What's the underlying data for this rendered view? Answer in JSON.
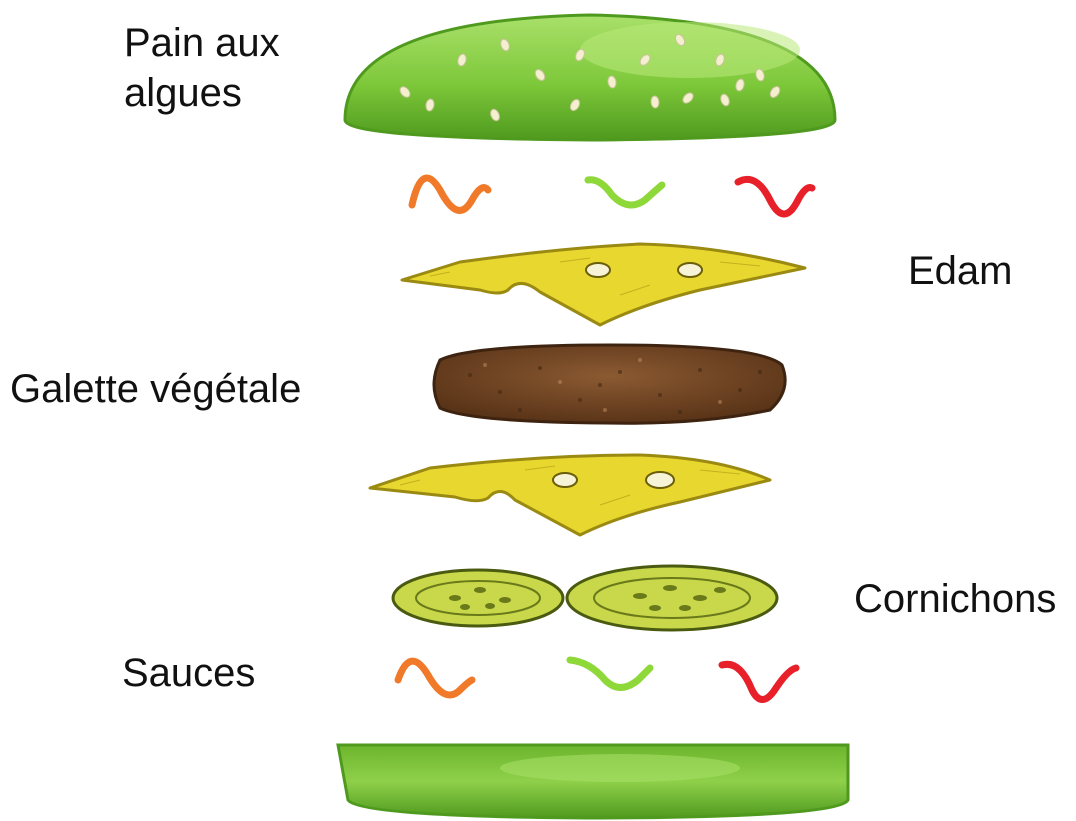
{
  "labels": {
    "bun": "Pain aux\nalgues",
    "cheese": "Edam",
    "patty": "Galette végétale",
    "pickles": "Cornichons",
    "sauces": "Sauces"
  },
  "colors": {
    "bun_main": "#7ec83a",
    "bun_dark": "#4f9a1e",
    "bun_light": "#a9e06a",
    "cheese": "#e8d72e",
    "cheese_dark": "#9a8a12",
    "patty": "#7a4a28",
    "patty_dark": "#3e2410",
    "pickle": "#c8d84a",
    "pickle_dark": "#4a5a10",
    "sauce_orange": "#f07a2a",
    "sauce_green": "#8ed83a",
    "sauce_red": "#e8202a"
  },
  "layers": [
    "bun-top",
    "sauces",
    "cheese",
    "patty",
    "cheese",
    "pickles",
    "sauces",
    "bun-bottom"
  ]
}
